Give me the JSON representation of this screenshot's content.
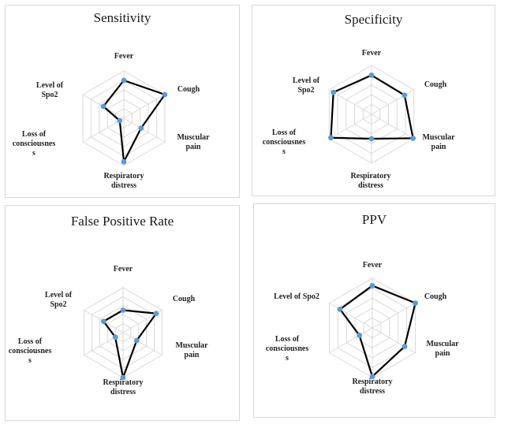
{
  "style": {
    "grid_color": "#d9d9d9",
    "line_color": "#000000",
    "marker_color": "#5b9bd5"
  },
  "chart_data": [
    {
      "type": "radar",
      "title": "Sensitivity",
      "labels": [
        "Fever",
        "Cough",
        "Muscular\npain",
        "Respiratory\ndistress",
        "Loss of\nconsciousnes\ns",
        "Level of\nSpo2"
      ],
      "values": [
        0.8,
        1.0,
        0.42,
        0.92,
        0.1,
        0.5
      ],
      "rings": 5,
      "grid": true,
      "legend": "none"
    },
    {
      "type": "radar",
      "title": "Specificity",
      "labels": [
        "Fever",
        "Cough",
        "Muscular\npain",
        "Respiratory\ndistress",
        "Loss of\nconsciousnes\ns",
        "Level of\nSpo2"
      ],
      "values": [
        0.8,
        0.78,
        0.98,
        0.5,
        0.96,
        0.9
      ],
      "rings": 5,
      "grid": true,
      "legend": "none"
    },
    {
      "type": "radar",
      "title": "False Positive Rate",
      "labels": [
        "Fever",
        "Cough",
        "Muscular\npain",
        "Respiratory\ndistress",
        "Loss of\nconsciousnes\ns",
        "Level of\nSpo2"
      ],
      "values": [
        0.5,
        0.85,
        0.35,
        1.0,
        0.2,
        0.5
      ],
      "rings": 5,
      "grid": true,
      "legend": "none"
    },
    {
      "type": "radar",
      "title": "PPV",
      "labels": [
        "Fever",
        "Cough",
        "Muscular\npain",
        "Respiratory\ndistress",
        "Loss of\nconsciousnes\ns",
        "Level of Spo2"
      ],
      "values": [
        0.85,
        1.0,
        0.75,
        0.98,
        0.3,
        0.75
      ],
      "rings": 5,
      "grid": true,
      "legend": "none"
    }
  ]
}
